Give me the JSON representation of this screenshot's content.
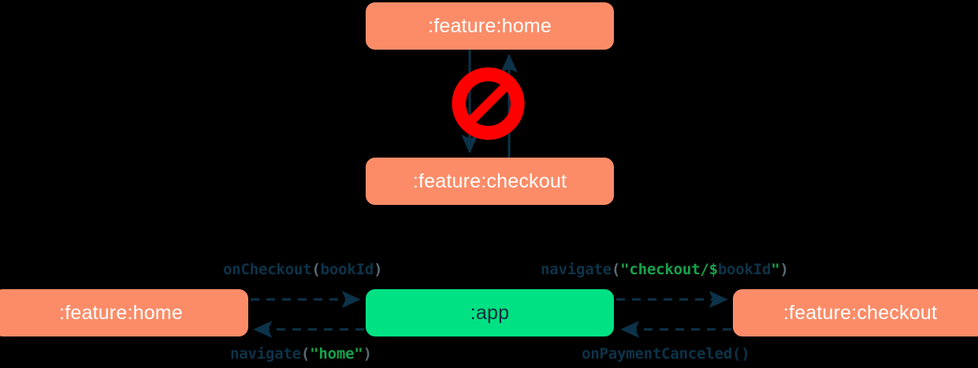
{
  "diagram": {
    "type": "module-dependency-graph",
    "background_color": "#000000",
    "palette": {
      "module_orange": "#FC8C68",
      "module_green": "#00E183",
      "edge_navy": "#0C3349",
      "forbidden_red": "#FF0000",
      "code_string_green": "#17A24A",
      "code_punct_gray": "#5A6A72",
      "module_label_white": "#FFFFFF"
    },
    "top_graph": {
      "nodes": [
        {
          "id": "top-home",
          "label": ":feature:home",
          "color": "#FC8C68"
        },
        {
          "id": "top-checkout",
          "label": ":feature:checkout",
          "color": "#FC8C68"
        }
      ],
      "edges": [
        {
          "from": "top-home",
          "to": "top-checkout",
          "direction": "down",
          "style": "solid"
        },
        {
          "from": "top-checkout",
          "to": "top-home",
          "direction": "up",
          "style": "solid"
        }
      ],
      "annotation": {
        "icon": "forbidden-icon",
        "meaning": "not allowed",
        "color": "#FF0000"
      }
    },
    "bottom_graph": {
      "nodes": [
        {
          "id": "bot-home",
          "label": ":feature:home",
          "color": "#FC8C68"
        },
        {
          "id": "bot-app",
          "label": ":app",
          "color": "#00E183"
        },
        {
          "id": "bot-checkout",
          "label": ":feature:checkout",
          "color": "#FC8C68"
        }
      ],
      "edges": [
        {
          "from": "bot-home",
          "to": "bot-app",
          "style": "dashed",
          "direction": "right",
          "label_id": "on-checkout",
          "tokens": [
            {
              "text": "onCheckout",
              "kind": "ident"
            },
            {
              "text": "(",
              "kind": "punct"
            },
            {
              "text": "bookId",
              "kind": "var"
            },
            {
              "text": ")",
              "kind": "punct"
            }
          ]
        },
        {
          "from": "bot-app",
          "to": "bot-checkout",
          "style": "dashed",
          "direction": "right",
          "label_id": "navigate-checkout",
          "tokens": [
            {
              "text": "navigate",
              "kind": "ident"
            },
            {
              "text": "(",
              "kind": "punct"
            },
            {
              "text": "\"checkout/",
              "kind": "string"
            },
            {
              "text": "$",
              "kind": "string"
            },
            {
              "text": "bookId",
              "kind": "var"
            },
            {
              "text": "\"",
              "kind": "string"
            },
            {
              "text": ")",
              "kind": "punct"
            }
          ]
        },
        {
          "from": "bot-app",
          "to": "bot-home",
          "style": "dashed",
          "direction": "left",
          "label_id": "navigate-home",
          "tokens": [
            {
              "text": "navigate",
              "kind": "ident"
            },
            {
              "text": "(",
              "kind": "punct"
            },
            {
              "text": "\"home\"",
              "kind": "string"
            },
            {
              "text": ")",
              "kind": "punct"
            }
          ]
        },
        {
          "from": "bot-checkout",
          "to": "bot-app",
          "style": "dashed",
          "direction": "left",
          "label_id": "on-payment-canceled",
          "tokens": [
            {
              "text": "onPaymentCanceled()",
              "kind": "ident"
            }
          ]
        }
      ]
    }
  },
  "nodes": {
    "top_home": ":feature:home",
    "top_checkout": ":feature:checkout",
    "bottom_home": ":feature:home",
    "bottom_app": ":app",
    "bottom_checkout": ":feature:checkout"
  },
  "labels": {
    "on_checkout": {
      "full": "onCheckout(bookId)",
      "ident": "onCheckout",
      "open_paren": "(",
      "arg": "bookId",
      "close_paren": ")"
    },
    "navigate_checkout": {
      "full": "navigate(\"checkout/$bookId\")",
      "ident": "navigate",
      "open_paren": "(",
      "string_start": "\"checkout/",
      "dollar": "$",
      "var": "bookId",
      "string_end": "\"",
      "close_paren": ")"
    },
    "navigate_home": {
      "full": "navigate(\"home\")",
      "ident": "navigate",
      "open_paren": "(",
      "string": "\"home\"",
      "close_paren": ")"
    },
    "on_payment_canceled": {
      "full": "onPaymentCanceled()"
    }
  }
}
